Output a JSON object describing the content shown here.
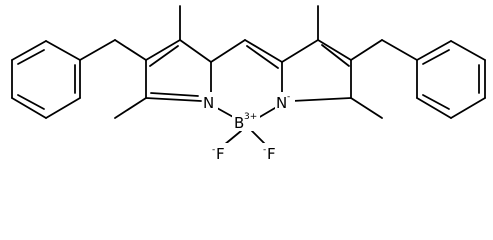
{
  "molecule": {
    "atoms": {
      "n_left": {
        "symbol": "N"
      },
      "n_right": {
        "symbol": "N",
        "charge": "-"
      },
      "boron": {
        "symbol": "B",
        "charge": "3+"
      },
      "f_left": {
        "symbol": "F",
        "charge": "-"
      },
      "f_right": {
        "symbol": "F",
        "charge": "-"
      }
    }
  }
}
